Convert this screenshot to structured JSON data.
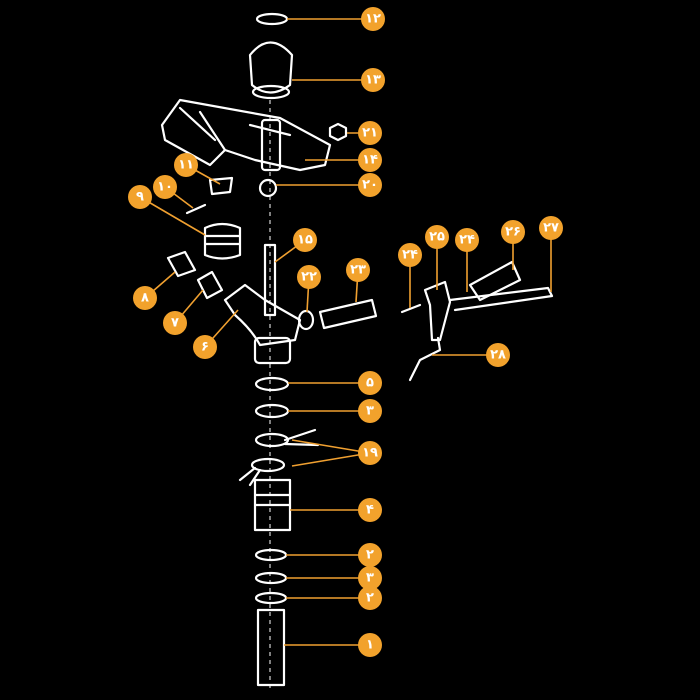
{
  "diagram": {
    "accent_color": "#f2a22c",
    "labels": [
      {
        "id": "p12",
        "text": "۱۲"
      },
      {
        "id": "p13",
        "text": "۱۳"
      },
      {
        "id": "p21",
        "text": "۲۱"
      },
      {
        "id": "p14",
        "text": "۱۴"
      },
      {
        "id": "p20",
        "text": "۲۰"
      },
      {
        "id": "p11",
        "text": "۱۱"
      },
      {
        "id": "p10",
        "text": "۱۰"
      },
      {
        "id": "p9",
        "text": "۹"
      },
      {
        "id": "p15",
        "text": "۱۵"
      },
      {
        "id": "p8",
        "text": "۸"
      },
      {
        "id": "p7",
        "text": "۷"
      },
      {
        "id": "p6",
        "text": "۶"
      },
      {
        "id": "p22",
        "text": "۲۲"
      },
      {
        "id": "p23",
        "text": "۲۳"
      },
      {
        "id": "p24",
        "text": "۲۴"
      },
      {
        "id": "p25",
        "text": "۲۵"
      },
      {
        "id": "p24b",
        "text": "۲۴"
      },
      {
        "id": "p26",
        "text": "۲۶"
      },
      {
        "id": "p27",
        "text": "۲۷"
      },
      {
        "id": "p28",
        "text": "۲۸"
      },
      {
        "id": "p5",
        "text": "۵"
      },
      {
        "id": "p3",
        "text": "۳"
      },
      {
        "id": "p19",
        "text": "۱۹"
      },
      {
        "id": "p4",
        "text": "۴"
      },
      {
        "id": "p2",
        "text": "۲"
      },
      {
        "id": "p3b",
        "text": "۳"
      },
      {
        "id": "p2b",
        "text": "۲"
      },
      {
        "id": "p1",
        "text": "۱"
      }
    ]
  }
}
